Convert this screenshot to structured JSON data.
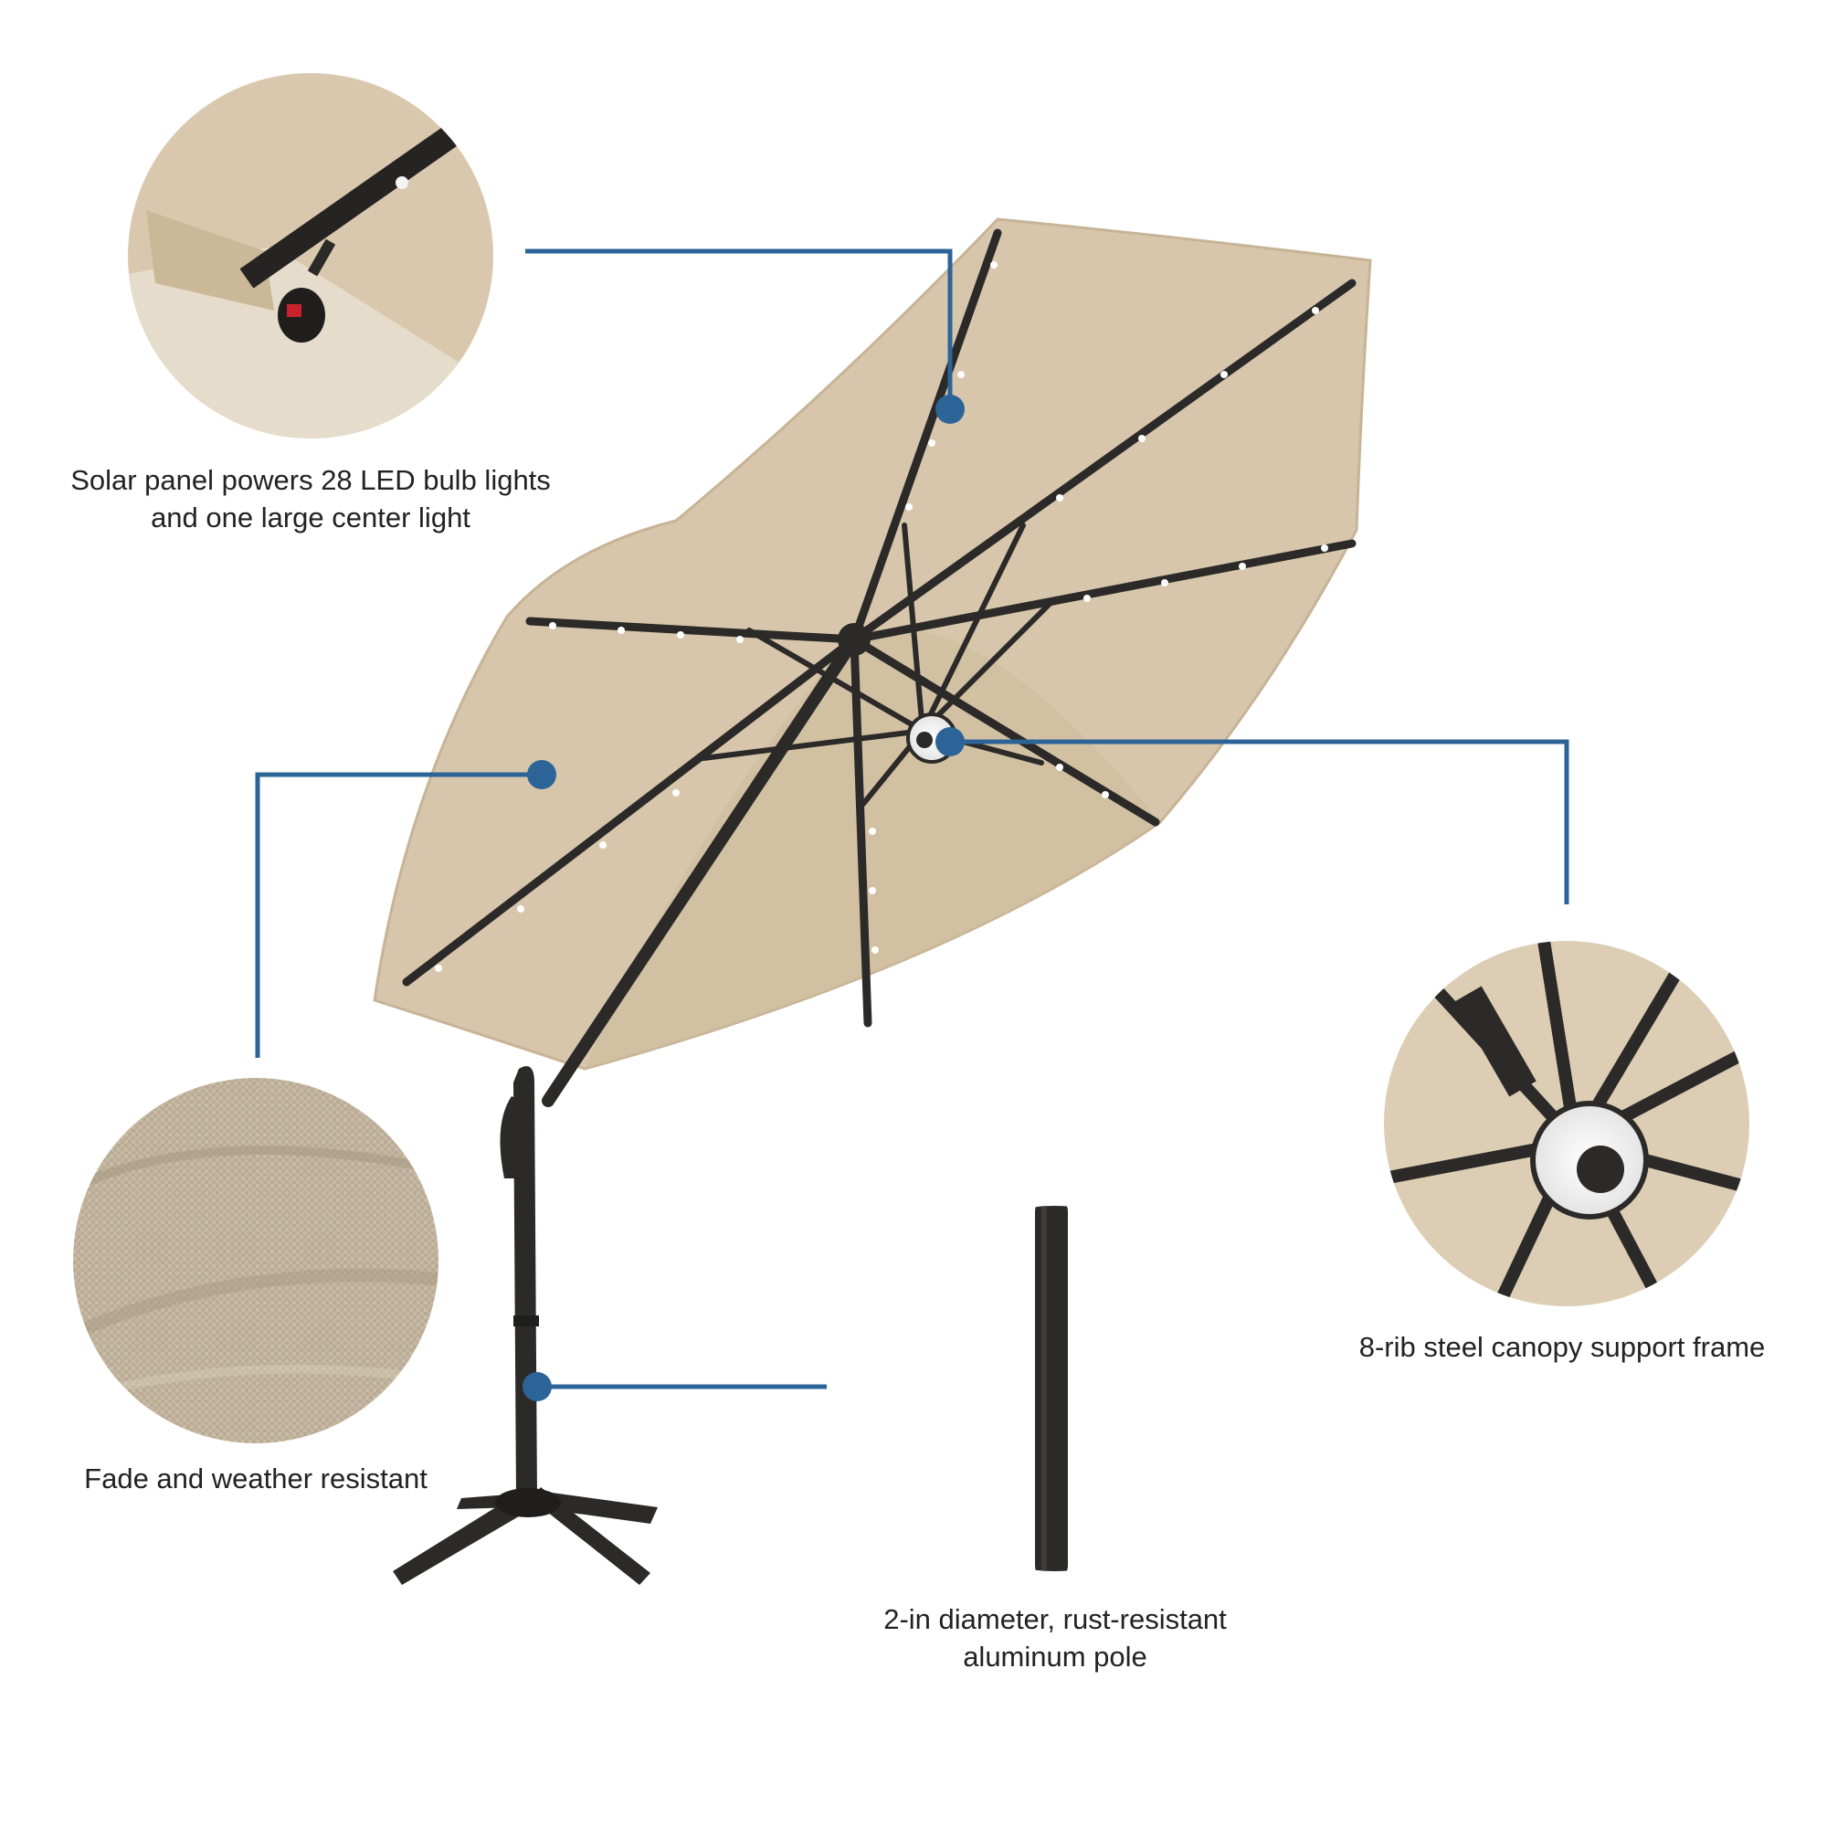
{
  "colors": {
    "canopy": "#d7c6ab",
    "canopy_shade": "#c8b597",
    "frame": "#2b2a28",
    "callout_line": "#2d6498",
    "callout_dot": "#2d6498",
    "text": "#222222"
  },
  "callouts": [
    {
      "id": "solar",
      "lines": [
        "Solar panel powers 28 LED bulb lights",
        "and one large center light"
      ]
    },
    {
      "id": "fabric",
      "lines": [
        "Fade and weather resistant"
      ]
    },
    {
      "id": "frame",
      "lines": [
        "8-rib steel canopy support frame"
      ]
    },
    {
      "id": "pole",
      "lines": [
        "2-in diameter, rust-resistant",
        "aluminum pole"
      ]
    }
  ],
  "icons": [
    "solar-panel-icon",
    "led-light-icon",
    "center-light-icon"
  ]
}
